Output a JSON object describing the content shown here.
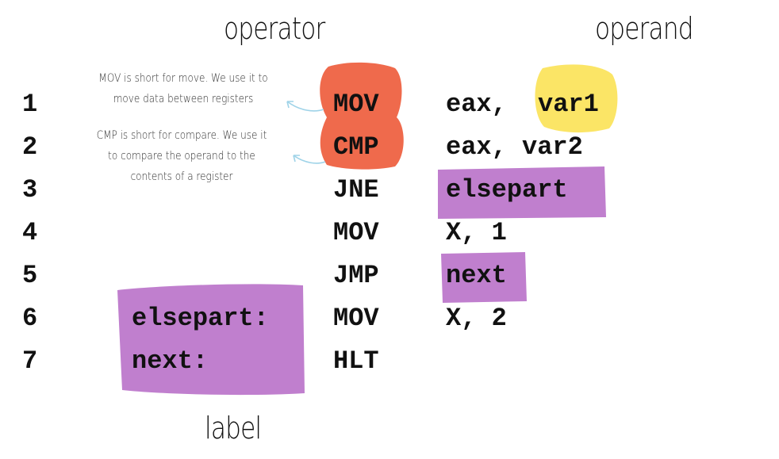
{
  "headers": {
    "operator": "operator",
    "operand": "operand",
    "label": "label"
  },
  "notes": {
    "mov": "MOV is short for move. We use it to move data between registers",
    "cmp": "CMP is short for compare. We use it to compare the operand to the contents of a register"
  },
  "rows": [
    {
      "num": "1",
      "label": "",
      "op": "MOV",
      "operand": "eax, ",
      "operand_hl": "var1"
    },
    {
      "num": "2",
      "label": "",
      "op": "CMP",
      "operand": "eax, var2",
      "operand_hl": ""
    },
    {
      "num": "3",
      "label": "",
      "op": "JNE",
      "operand": "",
      "operand_hl": "elsepart"
    },
    {
      "num": "4",
      "label": "",
      "op": "MOV",
      "operand": "X, 1",
      "operand_hl": ""
    },
    {
      "num": "5",
      "label": "",
      "op": "JMP",
      "operand": "",
      "operand_hl": "next"
    },
    {
      "num": "6",
      "label": "elsepart:",
      "op": "MOV",
      "operand": "X, 2",
      "operand_hl": ""
    },
    {
      "num": "7",
      "label": "next:",
      "op": "HLT",
      "operand": "",
      "operand_hl": ""
    }
  ],
  "colors": {
    "orange": "#ef6a4c",
    "yellow": "#fbe566",
    "purple": "#c07fce"
  }
}
